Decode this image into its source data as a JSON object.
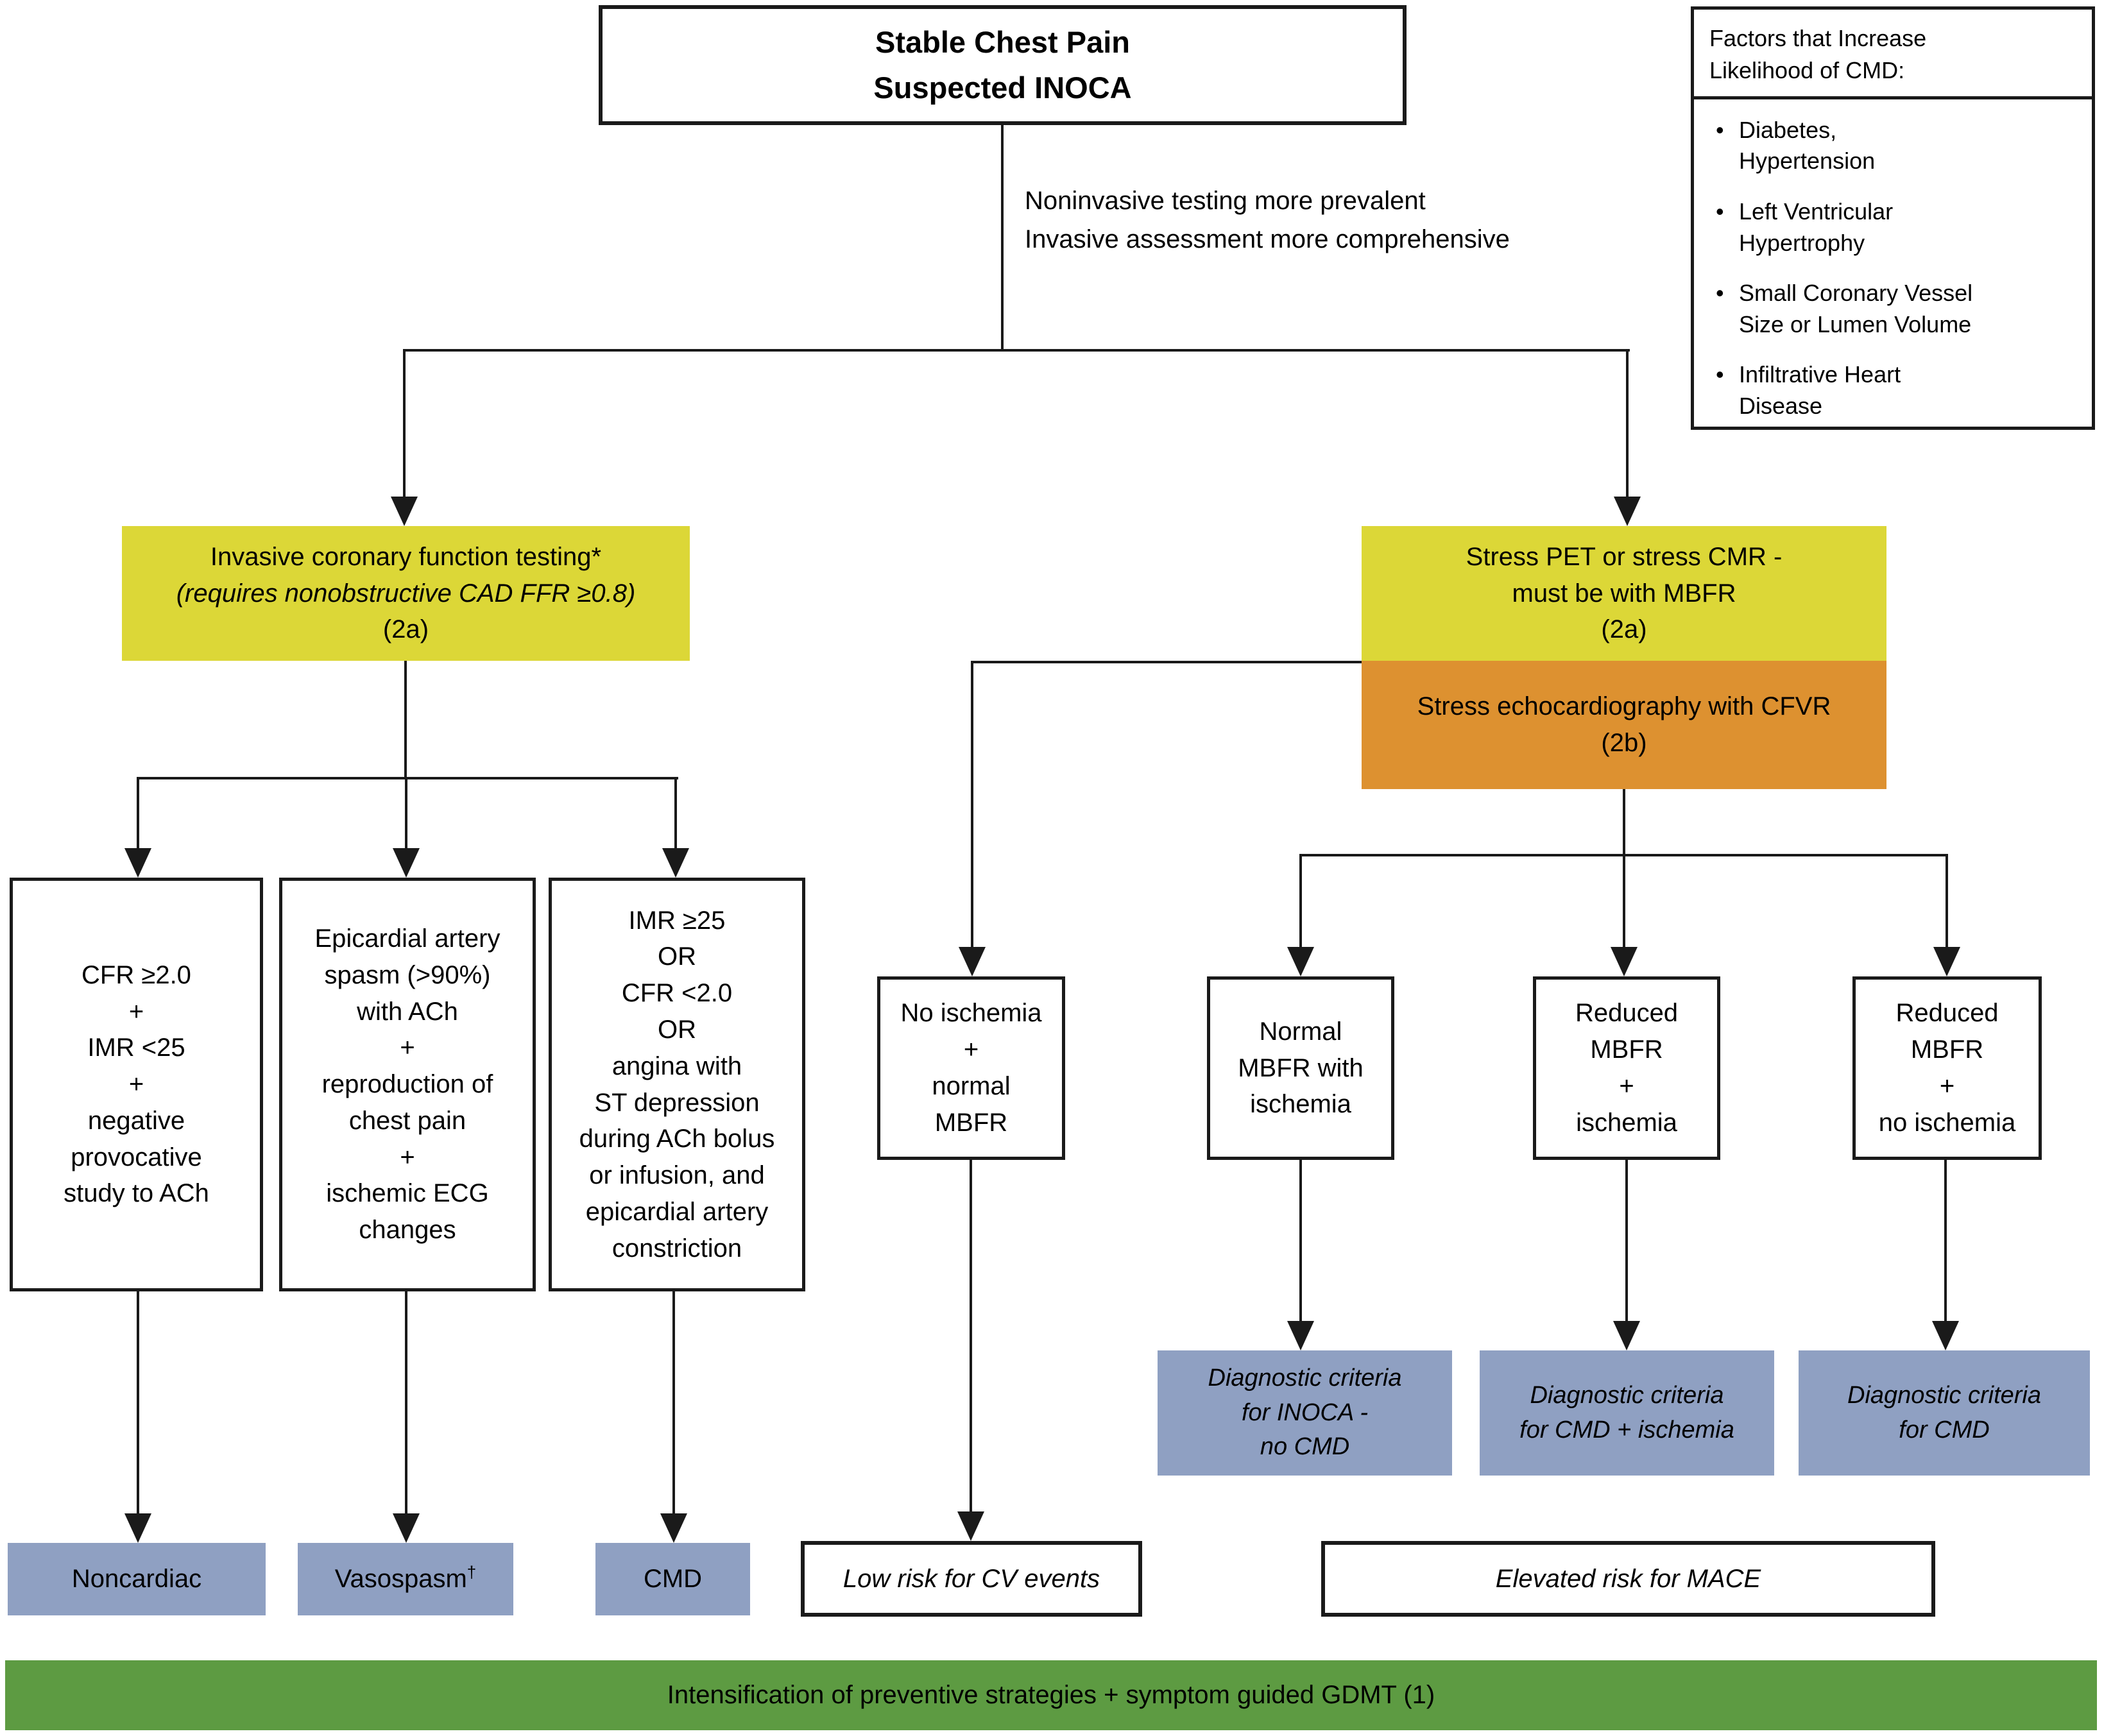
{
  "palette": {
    "yellow": "#dcd737",
    "orange": "#dd9130",
    "blue": "#8fa0c2",
    "green": "#5d9b42",
    "line": "#1a1a1a"
  },
  "root": {
    "title": "Stable Chest Pain\nSuspected INOCA"
  },
  "factors": {
    "title": "Factors that Increase\nLikelihood of CMD:",
    "items": [
      "Diabetes,\nHypertension",
      "Left Ventricular\nHypertrophy",
      "Small Coronary Vessel\nSize or Lumen Volume",
      "Infiltrative Heart\nDisease"
    ]
  },
  "note": "Noninvasive testing more prevalent\nInvasive assessment more comprehensive",
  "invasive_branch": {
    "test_box": {
      "line1": "Invasive coronary function testing*",
      "line2": "(requires nonobstructive CAD FFR ≥0.8)",
      "line3": "(2a)"
    },
    "criteria": {
      "normal_function": "CFR ≥2.0\n+\nIMR <25\n+\nnegative\nprovocative\nstudy to ACh",
      "spasm": "Epicardial artery\nspasm (>90%)\nwith ACh\n+\nreproduction of\nchest pain\n+\nischemic ECG\nchanges",
      "cmd_criteria": "IMR ≥25\nOR\nCFR <2.0\nOR\nangina with\nST depression\nduring ACh bolus\nor infusion, and\nepicardial artery\nconstriction"
    },
    "outcomes": {
      "noncardiac": "Noncardiac",
      "vasospasm": "Vasospasm",
      "vasospasm_dagger": "†",
      "cmd": "CMD"
    }
  },
  "noninvasive_branch": {
    "pet_cmr_box": "Stress PET or stress CMR -\nmust be with MBFR\n(2a)",
    "echo_box": "Stress echocardiography with CFVR\n(2b)",
    "findings": {
      "no_ischemia": "No ischemia\n+\nnormal\nMBFR",
      "normal_mbfr_ischemia": "Normal\nMBFR with\nischemia",
      "reduced_mbfr_ischemia": "Reduced\nMBFR\n+\nischemia",
      "reduced_mbfr_no_ischemia": "Reduced\nMBFR\n+\nno ischemia"
    },
    "diagnoses": {
      "inoca_no_cmd": "Diagnostic criteria\nfor INOCA -\nno CMD",
      "cmd_ischemia": "Diagnostic criteria\nfor CMD + ischemia",
      "cmd": "Diagnostic criteria\nfor CMD"
    }
  },
  "risk": {
    "low": "Low risk for CV events",
    "elevated": "Elevated risk for MACE"
  },
  "footer": "Intensification of preventive strategies + symptom guided GDMT (1)"
}
